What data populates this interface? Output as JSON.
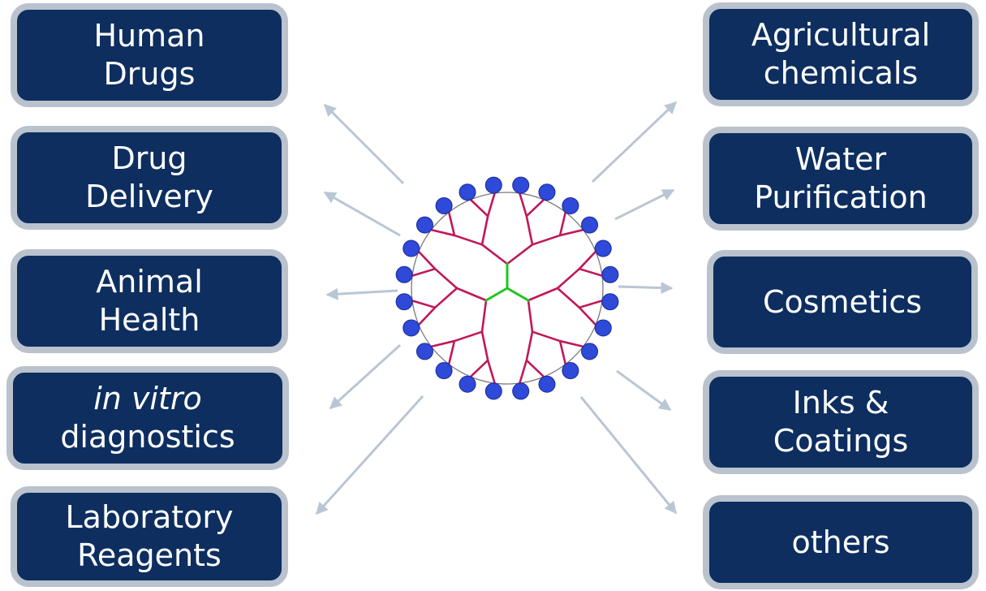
{
  "colors": {
    "box_fill": "#0d2e5f",
    "box_border": "#b9c2cd",
    "arrow": "#b9c6d4",
    "branch": "#c0185a",
    "core": "#22c422",
    "end_group": "#2f49d8",
    "ring": "#7a7a7a"
  },
  "left": {
    "human_drugs": [
      "Human",
      "Drugs"
    ],
    "drug_delivery": [
      "Drug",
      "Delivery"
    ],
    "animal_health": [
      "Animal",
      "Health"
    ],
    "in_vitro": [
      "in vitro",
      "diagnostics"
    ],
    "lab_reagents": [
      "Laboratory",
      "Reagents"
    ]
  },
  "right": {
    "agricultural": [
      "Agricultural",
      "chemicals"
    ],
    "water": [
      "Water",
      "Purification"
    ],
    "cosmetics": [
      "Cosmetics"
    ],
    "inks": [
      "Inks &",
      "Coatings"
    ],
    "others": [
      "others"
    ]
  }
}
